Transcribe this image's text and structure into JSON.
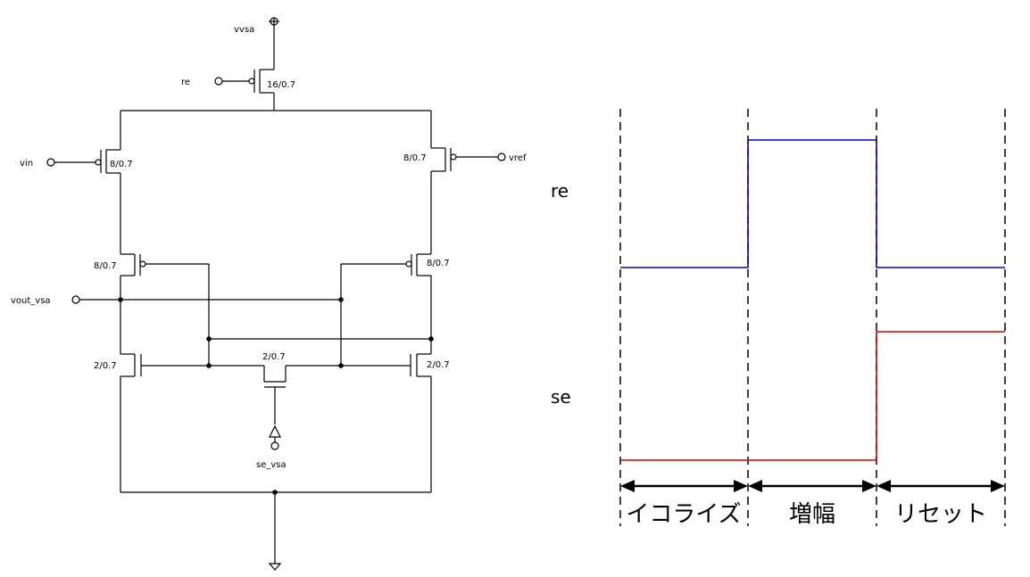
{
  "schematic": {
    "supply_label": "vvsa",
    "re_label": "re",
    "reset_pmos_size": "16/0.7",
    "vin_label": "vin",
    "input_pmos_size": "8/0.7",
    "vref_label": "vref",
    "ref_pmos_size": "8/0.7",
    "latch_pmos_left_size": "8/0.7",
    "latch_pmos_right_size": "8/0.7",
    "vout_label": "vout_vsa",
    "latch_nmos_left_size": "2/0.7",
    "latch_nmos_right_size": "2/0.7",
    "equalize_nmos_size": "2/0.7",
    "se_label": "se_vsa"
  },
  "timing": {
    "signals": [
      {
        "name": "re",
        "color": "#0000cc"
      },
      {
        "name": "se",
        "color": "#cc0000"
      }
    ],
    "phases": [
      "イコライズ",
      "増幅",
      "リセット"
    ]
  }
}
